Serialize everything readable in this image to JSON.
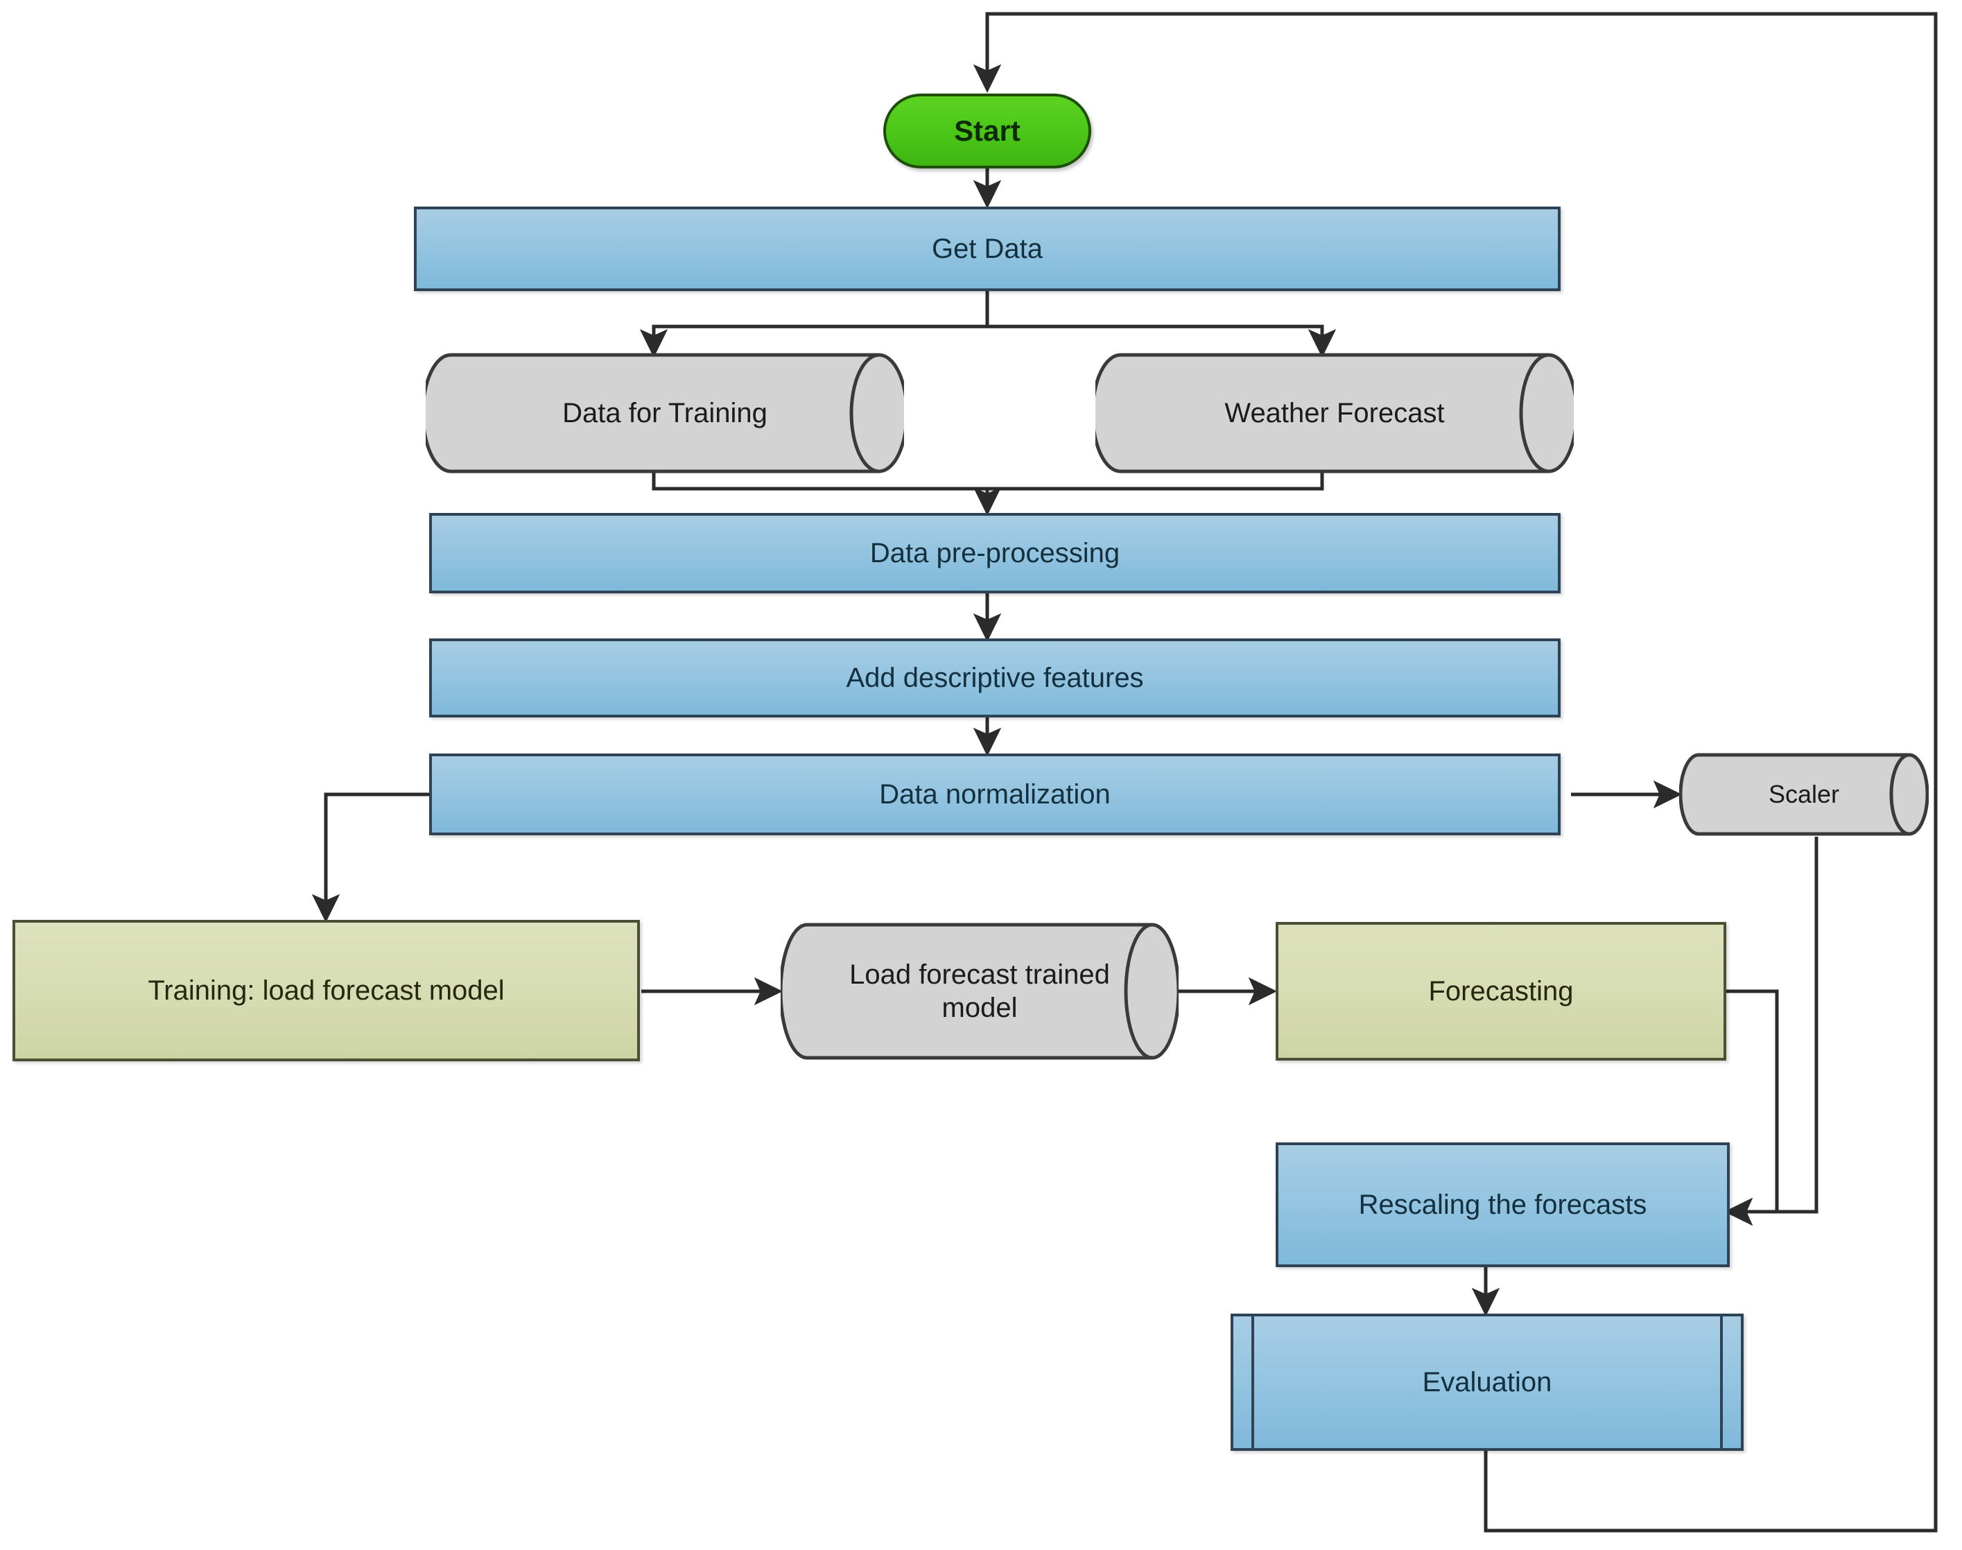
{
  "diagram": {
    "title": "Load forecasting workflow flowchart",
    "colors": {
      "process_fill": "#93c4e0",
      "process_border": "#2e4456",
      "model_fill": "#d6dcb2",
      "model_border": "#4d4f34",
      "data_fill": "#d3d3d3",
      "data_border": "#3a3a3a",
      "start_fill": "#4ec91a",
      "start_border": "#1d4f0a",
      "connector": "#2b2b2b",
      "background": "#ffffff"
    },
    "nodes": [
      {
        "id": "start",
        "label": "Start",
        "shape": "terminator"
      },
      {
        "id": "get_data",
        "label": "Get Data",
        "shape": "process"
      },
      {
        "id": "data_train",
        "label": "Data for Training",
        "shape": "database"
      },
      {
        "id": "weather",
        "label": "Weather Forecast",
        "shape": "database"
      },
      {
        "id": "preprocess",
        "label": "Data pre-processing",
        "shape": "process"
      },
      {
        "id": "features",
        "label": "Add descriptive features",
        "shape": "process"
      },
      {
        "id": "normalize",
        "label": "Data normalization",
        "shape": "process"
      },
      {
        "id": "scaler",
        "label": "Scaler",
        "shape": "database"
      },
      {
        "id": "training",
        "label": "Training: load forecast model",
        "shape": "model"
      },
      {
        "id": "trained_model",
        "label": "Load forecast trained model",
        "shape": "database"
      },
      {
        "id": "forecasting",
        "label": "Forecasting",
        "shape": "model"
      },
      {
        "id": "rescale",
        "label": "Rescaling the forecasts",
        "shape": "process"
      },
      {
        "id": "evaluation",
        "label": "Evaluation",
        "shape": "predefined-process"
      }
    ],
    "edges": [
      {
        "from": "start",
        "to": "get_data"
      },
      {
        "from": "get_data",
        "to": "data_train"
      },
      {
        "from": "get_data",
        "to": "weather"
      },
      {
        "from": "data_train",
        "to": "preprocess"
      },
      {
        "from": "weather",
        "to": "preprocess"
      },
      {
        "from": "preprocess",
        "to": "features"
      },
      {
        "from": "features",
        "to": "normalize"
      },
      {
        "from": "normalize",
        "to": "scaler"
      },
      {
        "from": "normalize",
        "to": "training"
      },
      {
        "from": "training",
        "to": "trained_model"
      },
      {
        "from": "trained_model",
        "to": "forecasting"
      },
      {
        "from": "forecasting",
        "to": "rescale"
      },
      {
        "from": "scaler",
        "to": "rescale"
      },
      {
        "from": "rescale",
        "to": "evaluation"
      },
      {
        "from": "evaluation",
        "to": "start"
      }
    ]
  }
}
